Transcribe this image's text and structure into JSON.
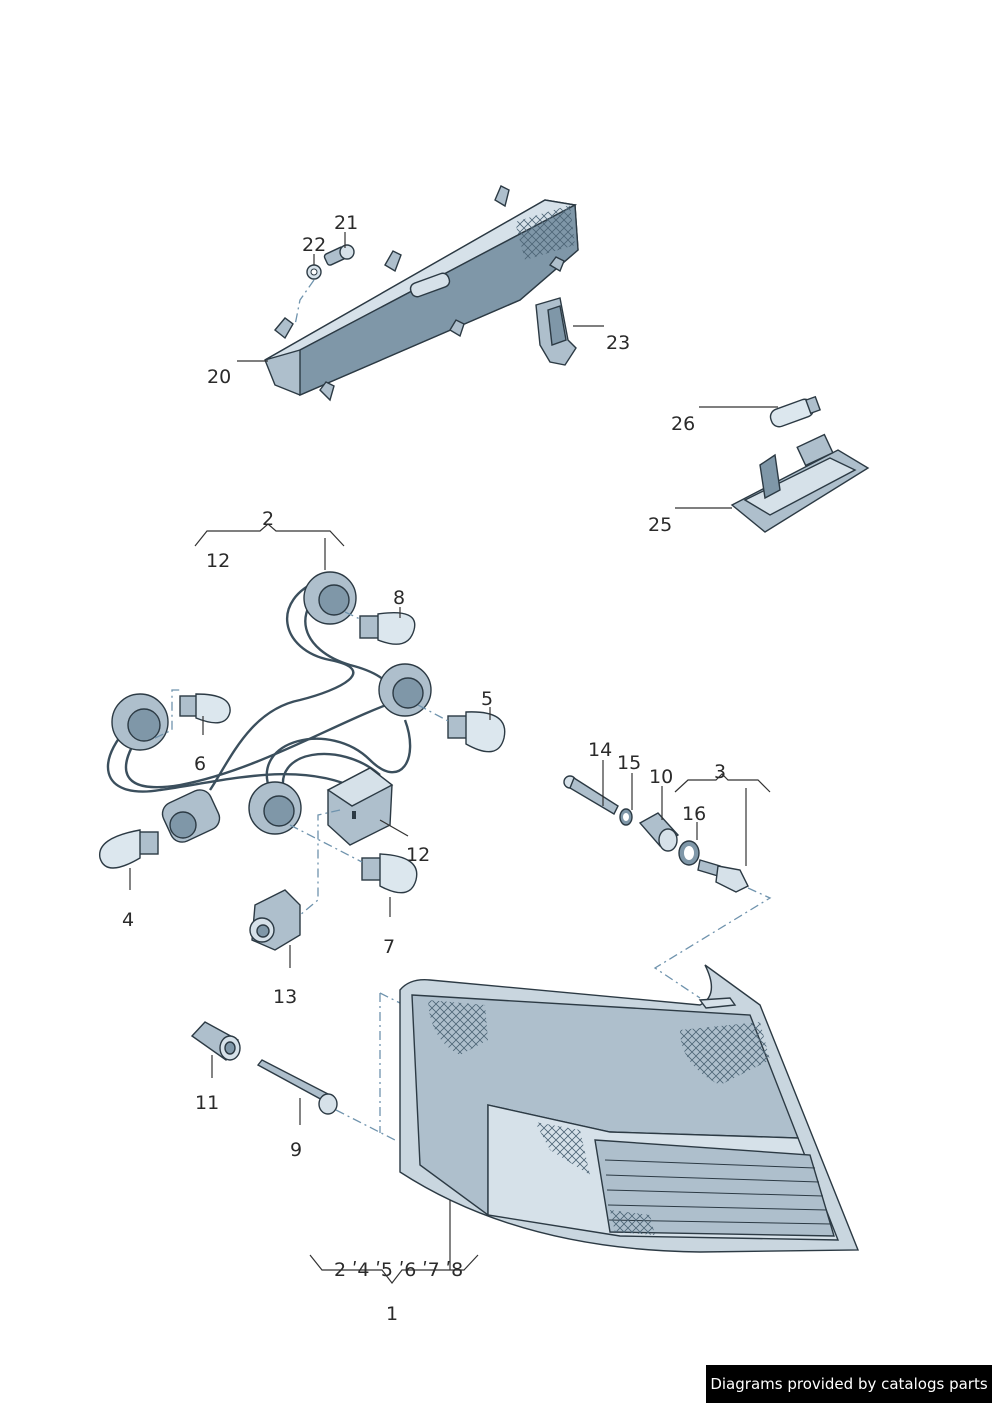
{
  "callouts": {
    "c1": "1",
    "c2": "2",
    "c3": "3",
    "c4": "4",
    "c5": "5",
    "c6": "6",
    "c7": "7",
    "c8": "8",
    "c9": "9",
    "c10": "10",
    "c11": "11",
    "c12a": "12",
    "c12b": "12",
    "c13": "13",
    "c14": "14",
    "c15": "15",
    "c16": "16",
    "c20": "20",
    "c21": "21",
    "c22": "22",
    "c23": "23",
    "c25": "25",
    "c26": "26",
    "group1_sub": "2 ʹ4 ʹ5 ʹ6 ʹ7 ʹ8"
  },
  "footer": {
    "text": "Diagrams provided by catalogs parts"
  },
  "colors": {
    "part_fill": "#aebfcc",
    "part_shadow": "#7f97a8",
    "highlight": "#d6e1e9",
    "dashed_line": "#6f93ad"
  }
}
